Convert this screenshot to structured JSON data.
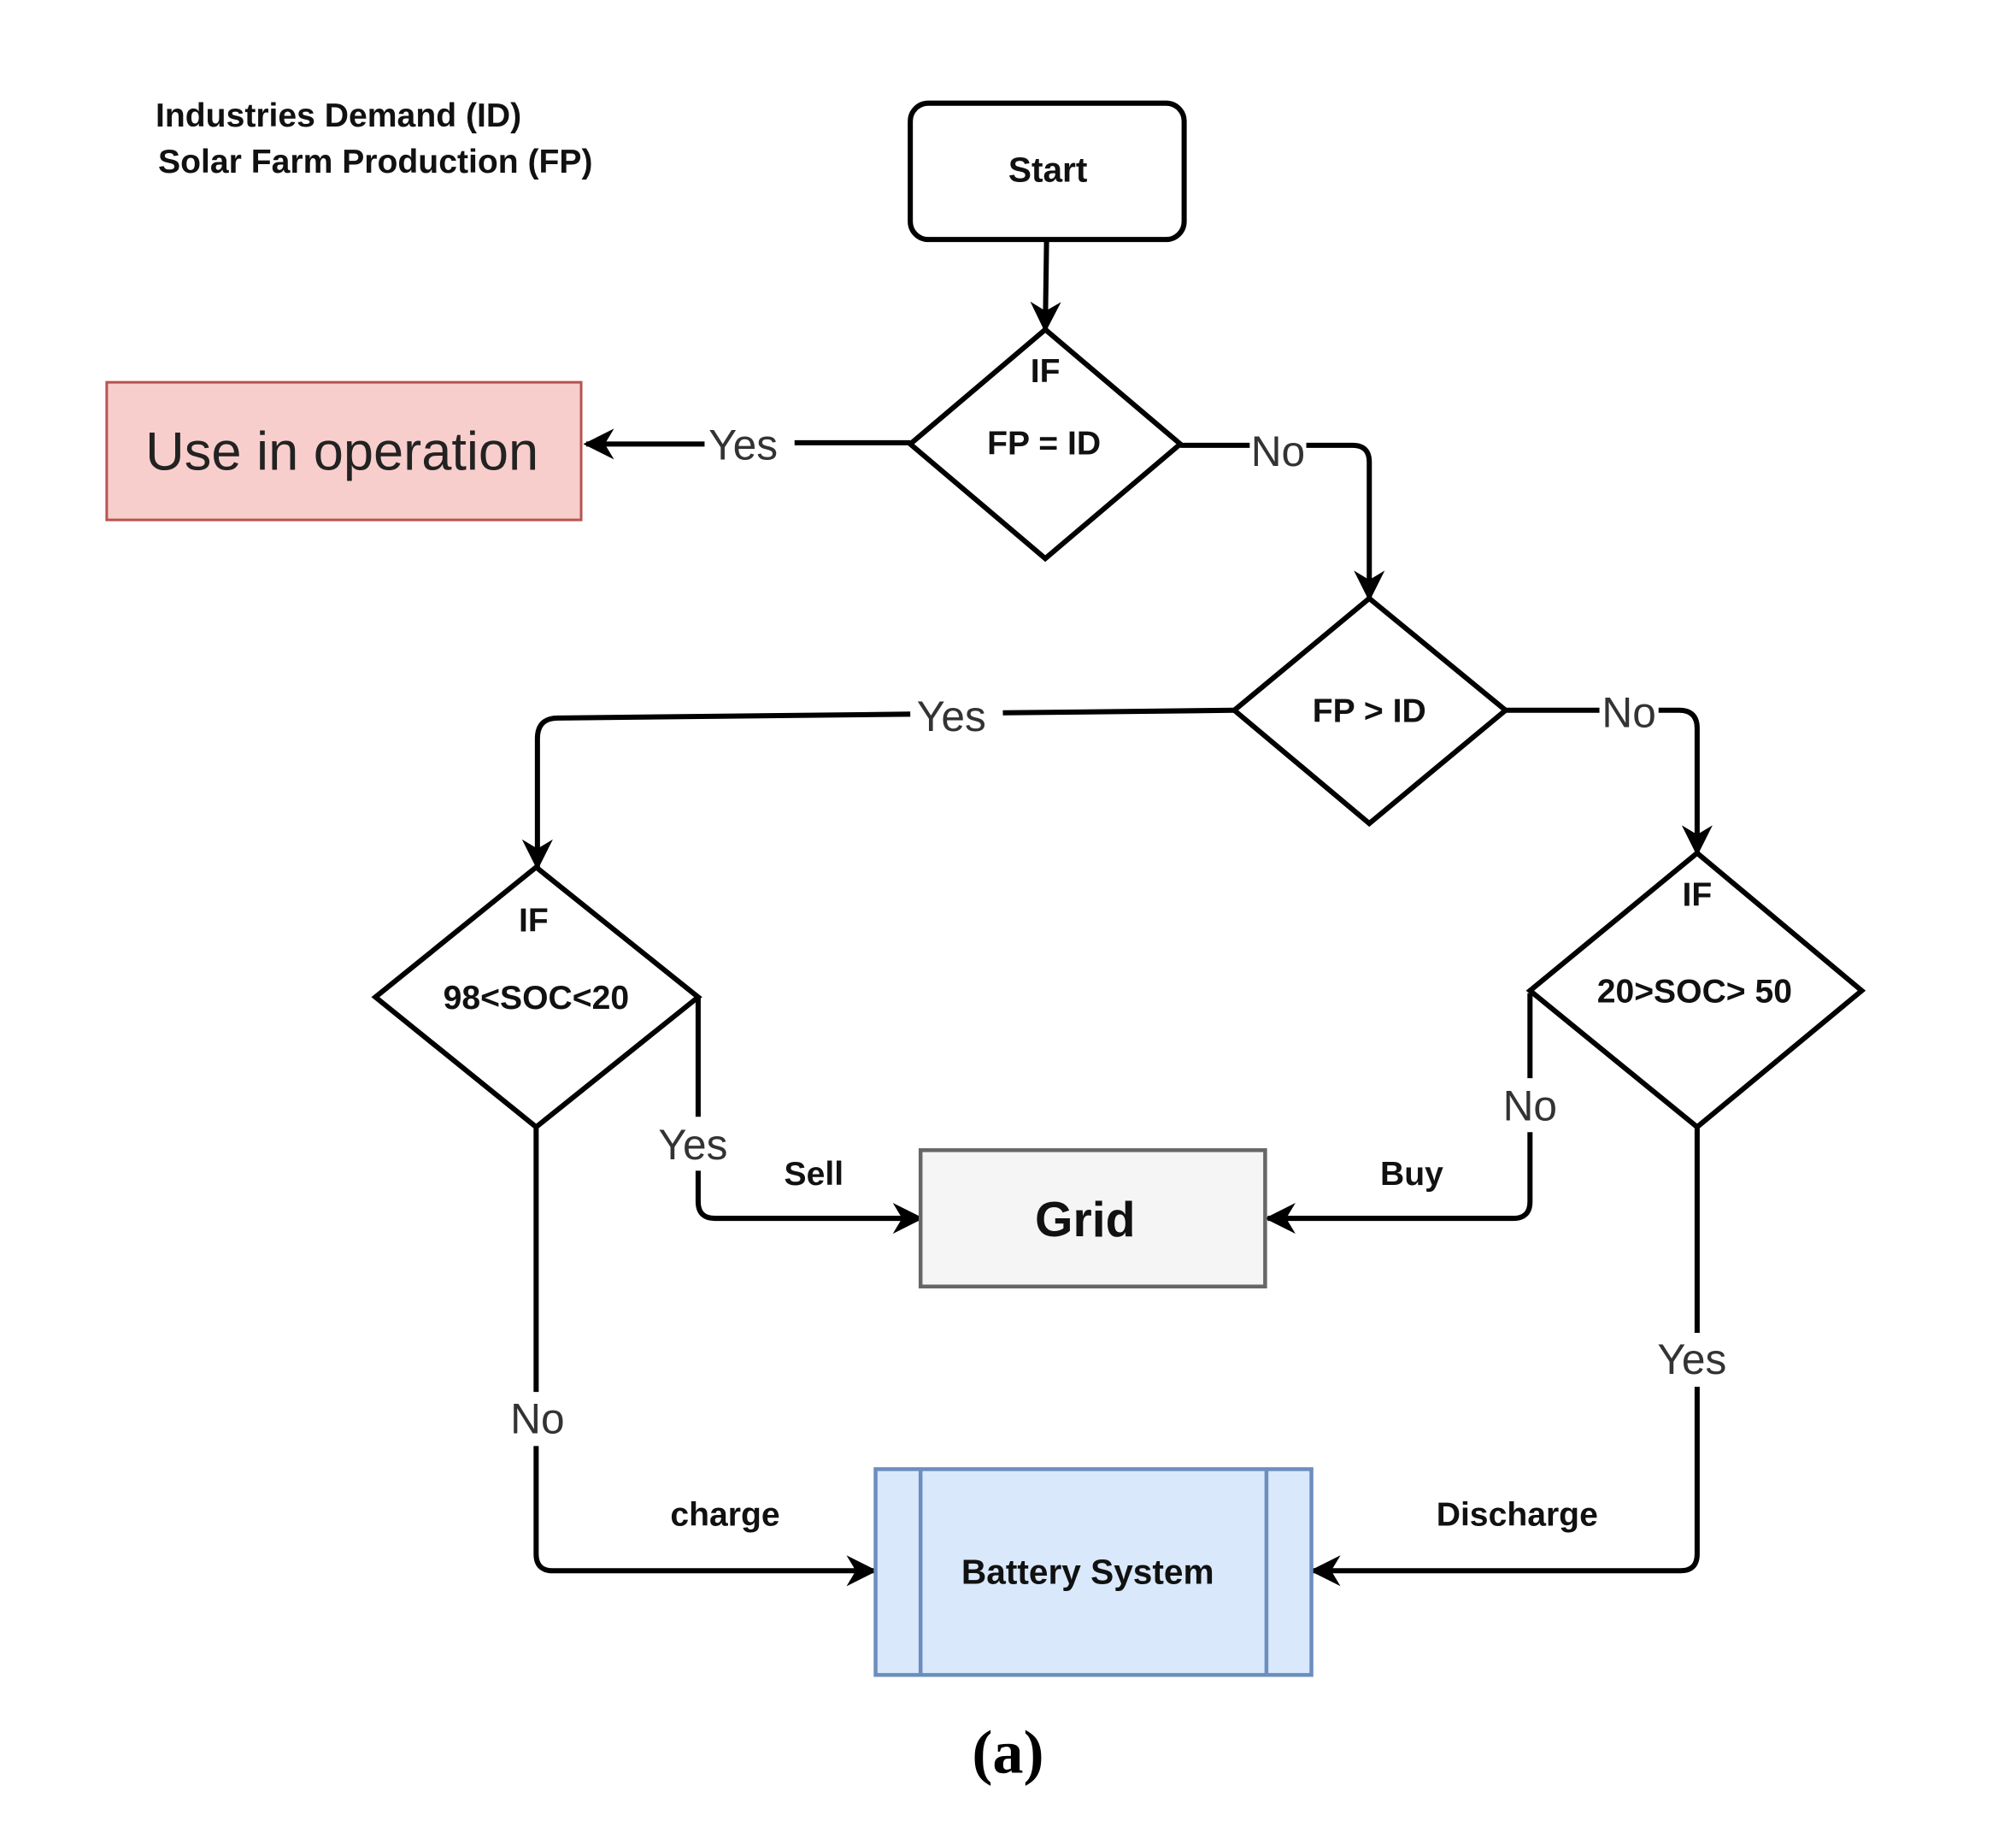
{
  "legend": {
    "line1": "Industries Demand (ID)",
    "line2": "Solar Farm Production (FP)"
  },
  "nodes": {
    "start": "Start",
    "decision1": {
      "line1": "IF",
      "line2": "FP = ID"
    },
    "use_in_operation": "Use in operation",
    "decision2": "FP > ID",
    "decision3": {
      "line1": "IF",
      "line2": "98<SOC<20"
    },
    "decision4": {
      "line1": "IF",
      "line2": "20>SOC> 50"
    },
    "grid": "Grid",
    "battery": "Battery System"
  },
  "edges": {
    "d1_yes": "Yes",
    "d1_no": "No",
    "d2_yes": "Yes",
    "d2_no": "No",
    "d3_yes": "Yes",
    "d3_no": "No",
    "d4_no": "No",
    "d4_yes": "Yes",
    "sell": "Sell",
    "buy": "Buy",
    "charge": "charge",
    "discharge": "Discharge"
  },
  "caption": "(a)",
  "colors": {
    "use_fill": "#f8cecc",
    "use_stroke": "#b85450",
    "grid_fill": "#f5f5f5",
    "grid_stroke": "#666666",
    "battery_fill": "#dae8fc",
    "battery_stroke": "#6c8ebf"
  }
}
